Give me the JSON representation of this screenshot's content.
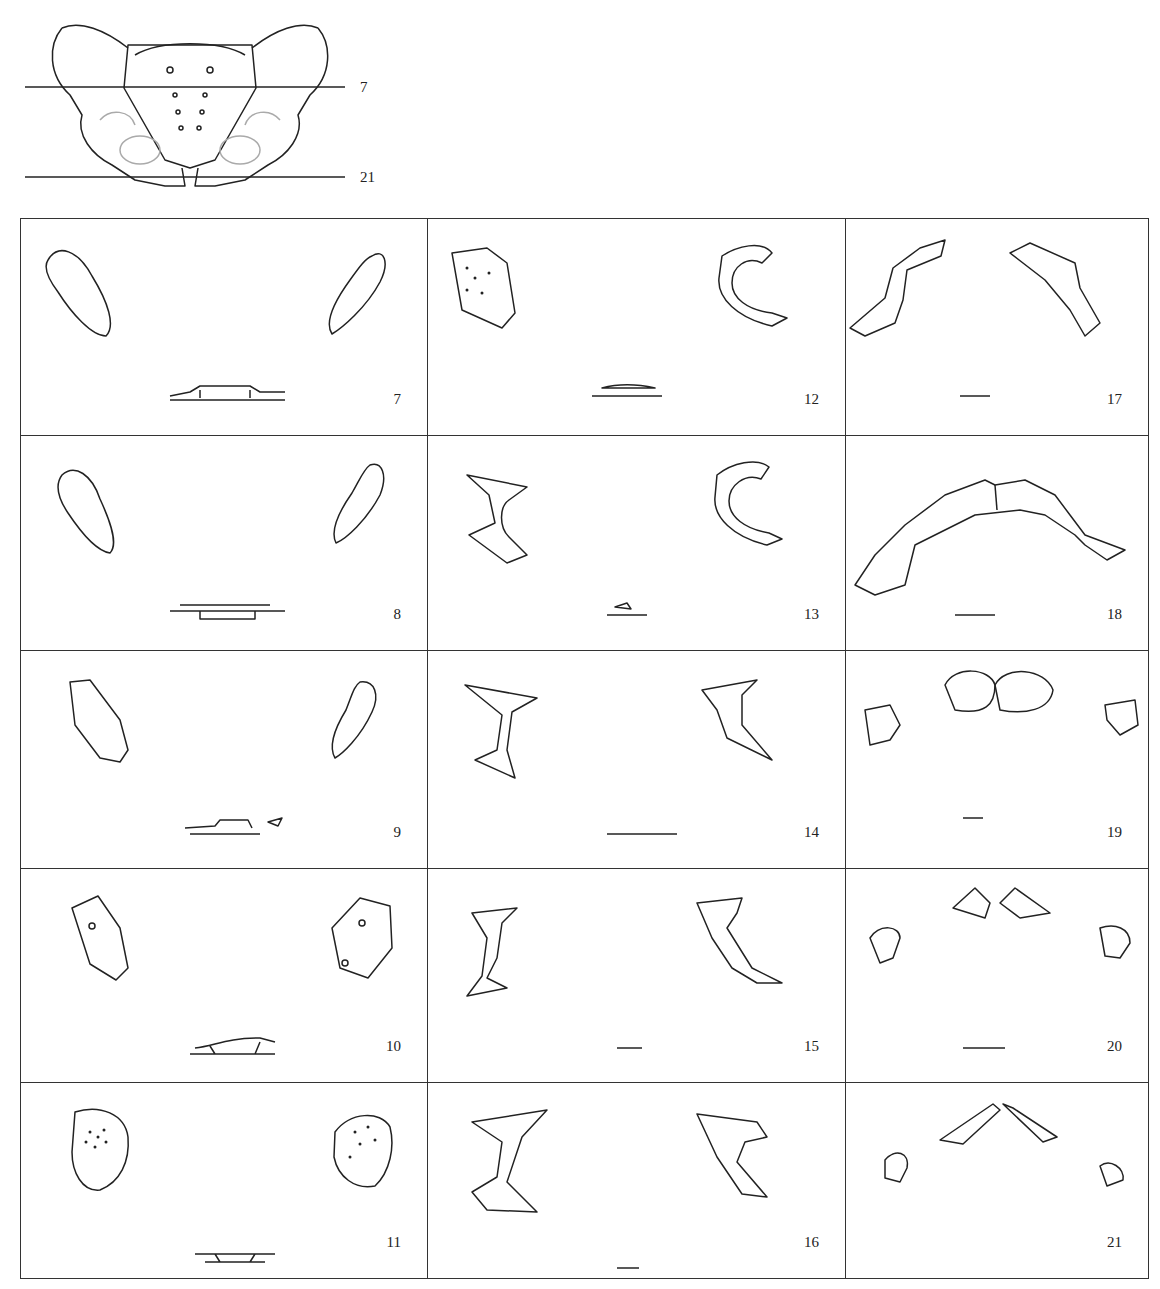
{
  "diagram": {
    "nodes": [
      {
        "text": [
          "7"
        ]
      },
      {
        "text": [
          "12"
        ]
      },
      {
        "text": [
          "17"
        ]
      },
      {
        "text": [
          "8"
        ]
      },
      {
        "text": [
          "13"
        ]
      },
      {
        "text": [
          "18"
        ]
      },
      {
        "text": [
          "9"
        ]
      },
      {
        "text": [
          "14"
        ]
      },
      {
        "text": [
          "19"
        ]
      },
      {
        "text": [
          "10"
        ]
      },
      {
        "text": [
          "15"
        ]
      },
      {
        "text": [
          "20"
        ]
      },
      {
        "text": [
          "11"
        ]
      },
      {
        "text": [
          "16"
        ]
      },
      {
        "text": [
          "21"
        ]
      }
    ],
    "labels": [
      "7",
      "21"
    ]
  }
}
